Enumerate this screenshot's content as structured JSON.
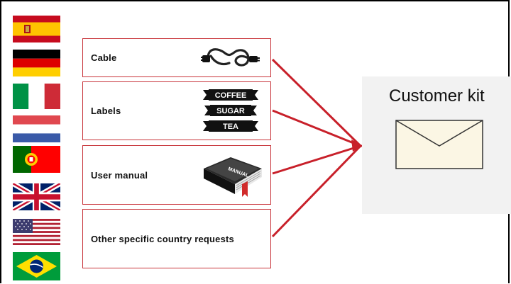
{
  "items": [
    {
      "label": "Cable",
      "icon": "power-cable-icon"
    },
    {
      "label": "Labels",
      "icon": "labels-icon",
      "label_words": [
        "COFFEE",
        "SUGAR",
        "TEA"
      ]
    },
    {
      "label": "User manual",
      "icon": "manual-book-icon",
      "book_title": "MANUAL"
    },
    {
      "label": "Other specific country requests"
    }
  ],
  "flags": [
    "Spain",
    "Germany",
    "Italy",
    "Netherlands",
    "Portugal",
    "United Kingdom",
    "United States",
    "Brazil"
  ],
  "kit": {
    "title": "Customer kit",
    "icon": "envelope-icon"
  },
  "colors": {
    "box_border": "#c8343a",
    "arrow": "#c8202a",
    "panel": "#f2f2f2"
  }
}
